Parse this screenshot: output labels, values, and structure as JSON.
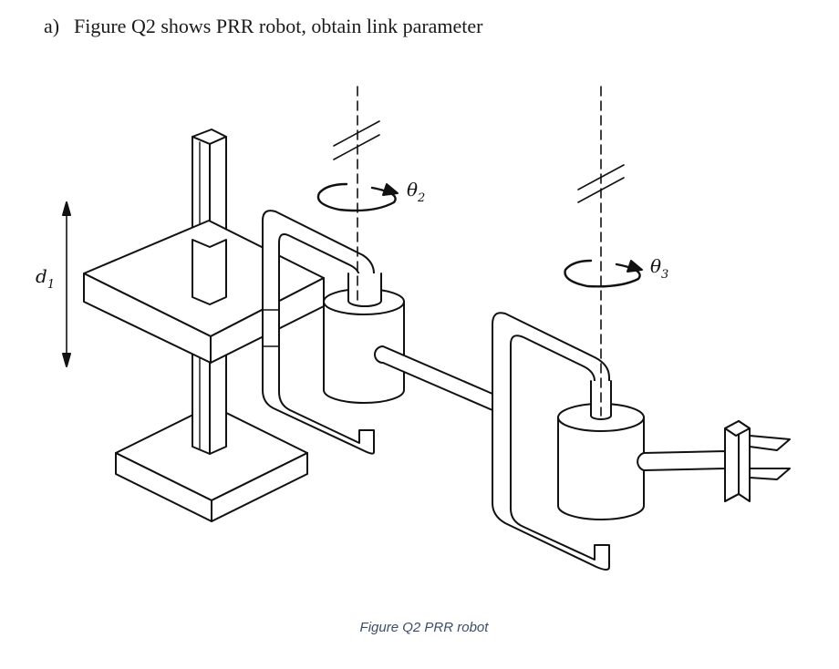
{
  "question": {
    "number": "a)",
    "text": "Figure Q2 shows PRR robot, obtain link parameter"
  },
  "figure": {
    "labels": {
      "d1": {
        "main": "d",
        "sub": "1"
      },
      "theta2": {
        "main": "θ",
        "sub": "2"
      },
      "theta3": {
        "main": "θ",
        "sub": "3"
      }
    },
    "caption": "Figure Q2 PRR robot"
  }
}
